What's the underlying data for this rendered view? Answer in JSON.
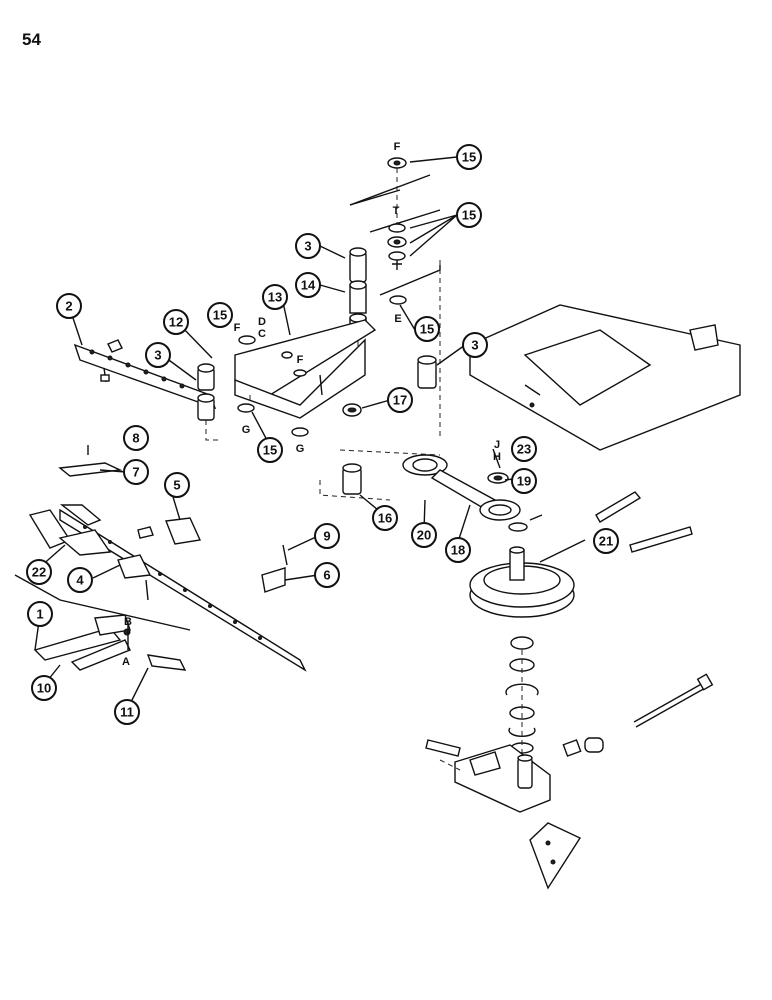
{
  "page_number": "54",
  "callouts": [
    {
      "label": "15"
    },
    {
      "label": "15"
    },
    {
      "label": "3"
    },
    {
      "label": "14"
    },
    {
      "label": "13"
    },
    {
      "label": "2"
    },
    {
      "label": "12"
    },
    {
      "label": "15"
    },
    {
      "label": "3"
    },
    {
      "label": "15"
    },
    {
      "label": "3"
    },
    {
      "label": "17"
    },
    {
      "label": "15"
    },
    {
      "label": "8"
    },
    {
      "label": "7"
    },
    {
      "label": "5"
    },
    {
      "label": "23"
    },
    {
      "label": "19"
    },
    {
      "label": "16"
    },
    {
      "label": "20"
    },
    {
      "label": "18"
    },
    {
      "label": "21"
    },
    {
      "label": "9"
    },
    {
      "label": "6"
    },
    {
      "label": "22"
    },
    {
      "label": "4"
    },
    {
      "label": "1"
    },
    {
      "label": "10"
    },
    {
      "label": "11"
    }
  ],
  "reference_letters": [
    {
      "label": "F"
    },
    {
      "label": "T"
    },
    {
      "label": "E"
    },
    {
      "label": "F"
    },
    {
      "label": "D"
    },
    {
      "label": "C"
    },
    {
      "label": "F"
    },
    {
      "label": "G"
    },
    {
      "label": "G"
    },
    {
      "label": "J"
    },
    {
      "label": "H"
    },
    {
      "label": "B"
    },
    {
      "label": "A"
    }
  ]
}
